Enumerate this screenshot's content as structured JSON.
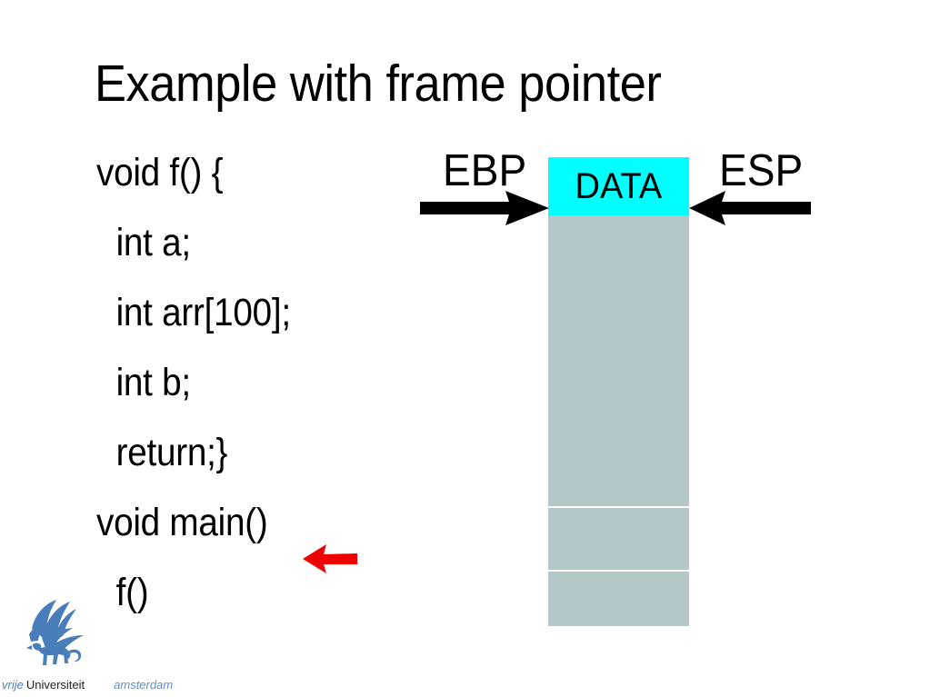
{
  "slide": {
    "title": "Example with frame pointer",
    "background_color": "#FFFFFF"
  },
  "code": {
    "lines": [
      {
        "text": "void f() {",
        "indent": false
      },
      {
        "text": "int a;",
        "indent": true
      },
      {
        "text": "int arr[100];",
        "indent": true
      },
      {
        "text": "int b;",
        "indent": true
      },
      {
        "text": "return;}",
        "indent": true
      },
      {
        "text": "void main()",
        "indent": false
      },
      {
        "text": "f()",
        "indent": true
      }
    ]
  },
  "pointer": {
    "red_arrow_name": "red-left-arrow",
    "red_arrow_color": "#EE0000",
    "points_at_line": "f()"
  },
  "stack": {
    "data_cell_label": "DATA",
    "data_cell_color": "#00FFFF",
    "empty_cell_color": "#B5C8C9",
    "divider_color": "#FFFFFF",
    "cells": [
      {
        "label": "DATA",
        "type": "data"
      },
      {
        "label": "",
        "type": "empty"
      },
      {
        "label": "",
        "type": "empty"
      },
      {
        "label": "",
        "type": "empty"
      }
    ]
  },
  "registers": {
    "ebp": {
      "label": "EBP",
      "arrow_direction": "right",
      "arrow_color": "#000000"
    },
    "esp": {
      "label": "ESP",
      "arrow_direction": "left",
      "arrow_color": "#000000"
    }
  },
  "logo": {
    "vrije": "vrije",
    "universiteit": "Universiteit",
    "amsterdam": "amsterdam",
    "brand_color": "#4A7EBB"
  }
}
